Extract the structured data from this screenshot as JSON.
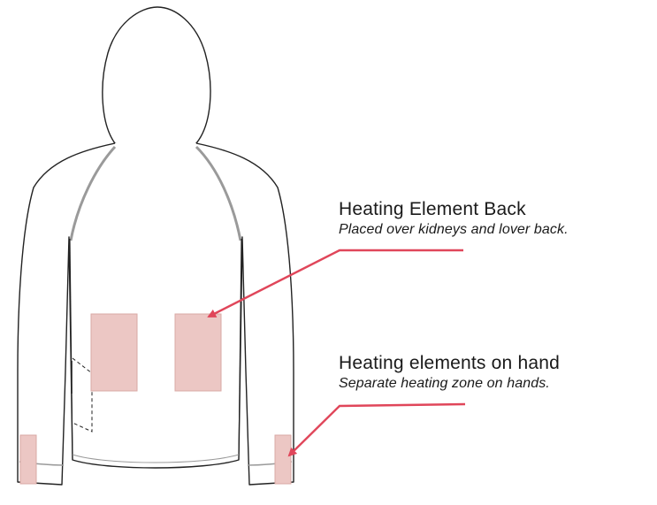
{
  "callouts": {
    "back": {
      "title": "Heating Element Back",
      "subtitle": "Placed over kidneys and lover back."
    },
    "hand": {
      "title": "Heating elements on hand",
      "subtitle": "Separate heating zone on hands."
    }
  },
  "colors": {
    "outline": "#222222",
    "seam": "#9a9a9a",
    "heating_zone": "#ecc7c4",
    "heating_zone_border": "#d9a9a5",
    "arrow": "#e0465a",
    "text": "#1a1a1a"
  }
}
